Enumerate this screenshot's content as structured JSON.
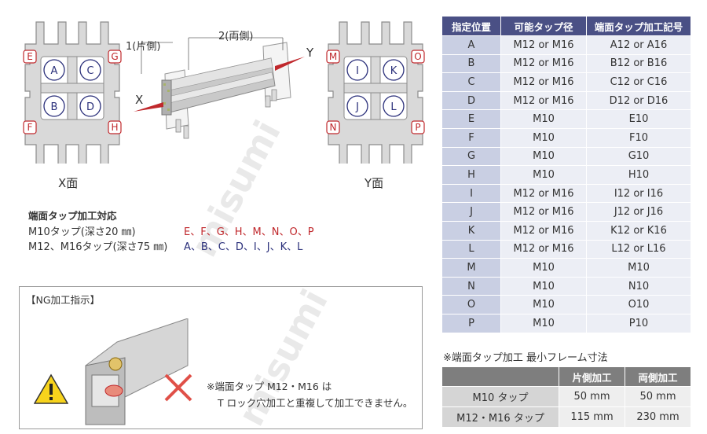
{
  "faces": {
    "x": {
      "title": "X面",
      "red": [
        "E",
        "G",
        "F",
        "H"
      ],
      "blue": [
        "A",
        "C",
        "B",
        "D"
      ]
    },
    "y": {
      "title": "Y面",
      "red": [
        "M",
        "O",
        "N",
        "P"
      ],
      "blue": [
        "I",
        "K",
        "J",
        "L"
      ]
    }
  },
  "diagram": {
    "single": "1(片側)",
    "both": "2(両側)",
    "axis_x": "X",
    "axis_y": "Y"
  },
  "compat": {
    "title": "端面タップ加工対応",
    "rows": [
      {
        "label": "M10タップ(深さ20 ㎜)",
        "value": "E、F、G、H、M、N、O、P",
        "color": "#c0282c"
      },
      {
        "label": "M12、M16タップ(深さ75 ㎜)",
        "value": "A、B、C、D、I、J、K、L",
        "color": "#2a2f7a"
      }
    ]
  },
  "ng": {
    "title": "【NG加工指示】",
    "line1": "※端面タップ M12・M16 は",
    "line2": "T ロック穴加工と重複して加工できません。"
  },
  "spec_table": {
    "headers": [
      "指定位置",
      "可能タップ径",
      "端面タップ加工記号"
    ],
    "rows": [
      [
        "A",
        "M12 or M16",
        "A12 or A16"
      ],
      [
        "B",
        "M12 or M16",
        "B12 or B16"
      ],
      [
        "C",
        "M12 or M16",
        "C12 or C16"
      ],
      [
        "D",
        "M12 or M16",
        "D12 or D16"
      ],
      [
        "E",
        "M10",
        "E10"
      ],
      [
        "F",
        "M10",
        "F10"
      ],
      [
        "G",
        "M10",
        "G10"
      ],
      [
        "H",
        "M10",
        "H10"
      ],
      [
        "I",
        "M12 or M16",
        "I12 or I16"
      ],
      [
        "J",
        "M12 or M16",
        "J12 or J16"
      ],
      [
        "K",
        "M12 or M16",
        "K12 or K16"
      ],
      [
        "L",
        "M12 or M16",
        "L12 or L16"
      ],
      [
        "M",
        "M10",
        "M10"
      ],
      [
        "N",
        "M10",
        "N10"
      ],
      [
        "O",
        "M10",
        "O10"
      ],
      [
        "P",
        "M10",
        "P10"
      ]
    ]
  },
  "min_frame": {
    "title": "※端面タップ加工 最小フレーム寸法",
    "headers": [
      "",
      "片側加工",
      "両側加工"
    ],
    "rows": [
      [
        "M10 タップ",
        "50 mm",
        "50 mm"
      ],
      [
        "M12・M16 タップ",
        "115 mm",
        "230 mm"
      ]
    ]
  },
  "watermark": "misumi"
}
